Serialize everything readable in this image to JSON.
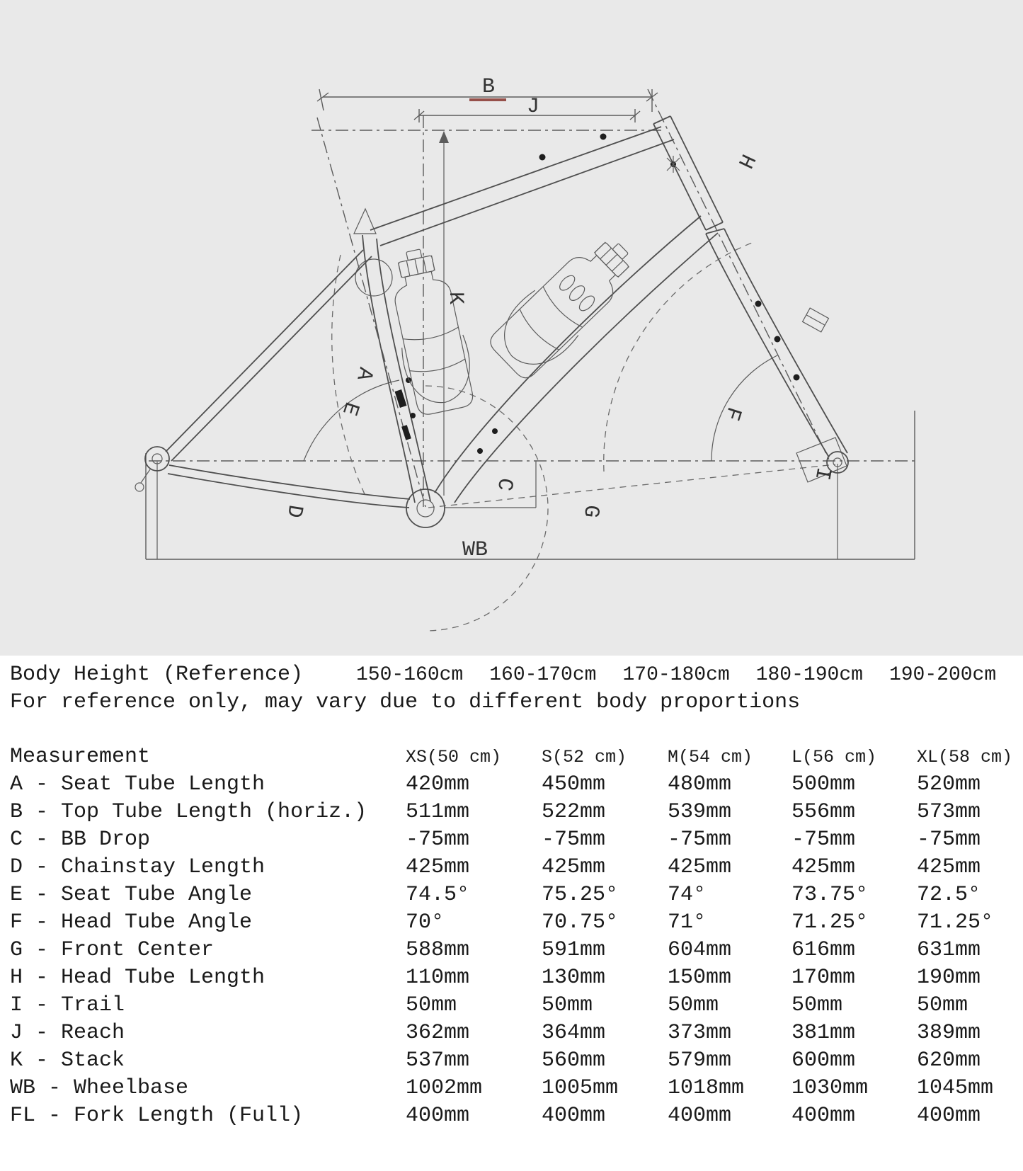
{
  "diagram": {
    "background_color": "#e9e9e9",
    "line_color": "#4f4f4f",
    "accent_underline_color": "#96504a",
    "labels": {
      "top_tube": "B",
      "reach": "J",
      "head_tube": "H",
      "stack": "K",
      "seat_tube": "A",
      "seat_tube_angle": "E",
      "head_tube_angle": "F",
      "bb_drop": "C",
      "chainstay": "D",
      "front_center": "G",
      "trail": "I",
      "wheelbase": "WB"
    }
  },
  "body_height": {
    "label": "Body Height (Reference)",
    "ranges": [
      "150-160cm",
      "160-170cm",
      "170-180cm",
      "180-190cm",
      "190-200cm"
    ],
    "note": "For reference only, may vary due to different body proportions"
  },
  "table": {
    "columns": [
      "Measurement",
      "XS(50 cm)",
      "S(52 cm)",
      "M(54 cm)",
      "L(56 cm)",
      "XL(58 cm)"
    ],
    "rows": [
      {
        "label": "A - Seat Tube Length",
        "values": [
          "420mm",
          "450mm",
          "480mm",
          "500mm",
          "520mm"
        ]
      },
      {
        "label": "B - Top Tube Length (horiz.)",
        "values": [
          "511mm",
          "522mm",
          "539mm",
          "556mm",
          "573mm"
        ]
      },
      {
        "label": "C - BB Drop",
        "values": [
          "-75mm",
          "-75mm",
          "-75mm",
          "-75mm",
          "-75mm"
        ]
      },
      {
        "label": "D - Chainstay Length",
        "values": [
          "425mm",
          "425mm",
          "425mm",
          "425mm",
          "425mm"
        ]
      },
      {
        "label": "E - Seat Tube Angle",
        "values": [
          "74.5°",
          "75.25°",
          "74°",
          "73.75°",
          "72.5°"
        ]
      },
      {
        "label": "F - Head Tube Angle",
        "values": [
          "70°",
          "70.75°",
          "71°",
          "71.25°",
          "71.25°"
        ]
      },
      {
        "label": "G - Front Center",
        "values": [
          "588mm",
          "591mm",
          "604mm",
          "616mm",
          "631mm"
        ]
      },
      {
        "label": "H - Head Tube Length",
        "values": [
          "110mm",
          "130mm",
          "150mm",
          "170mm",
          "190mm"
        ]
      },
      {
        "label": "I - Trail",
        "values": [
          "50mm",
          "50mm",
          "50mm",
          "50mm",
          "50mm"
        ]
      },
      {
        "label": "J - Reach",
        "values": [
          "362mm",
          "364mm",
          "373mm",
          "381mm",
          "389mm"
        ]
      },
      {
        "label": "K - Stack",
        "values": [
          "537mm",
          "560mm",
          "579mm",
          "600mm",
          "620mm"
        ]
      },
      {
        "label": "WB - Wheelbase",
        "values": [
          "1002mm",
          "1005mm",
          "1018mm",
          "1030mm",
          "1045mm"
        ]
      },
      {
        "label": "FL - Fork Length (Full)",
        "values": [
          "400mm",
          "400mm",
          "400mm",
          "400mm",
          "400mm"
        ]
      }
    ]
  }
}
